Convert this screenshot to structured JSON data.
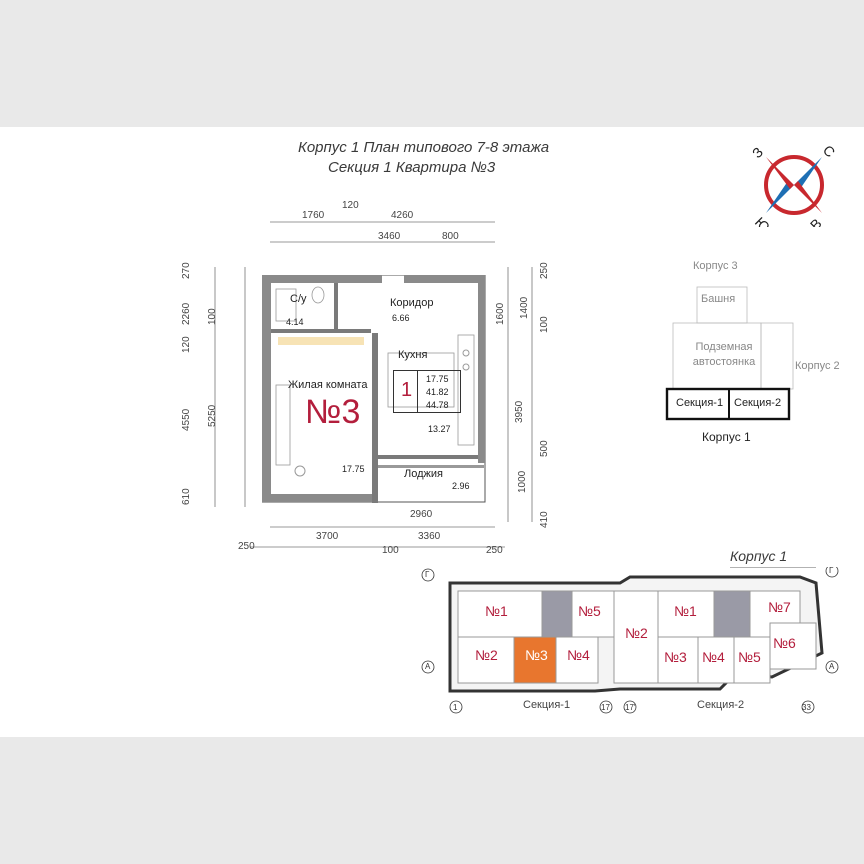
{
  "header": {
    "line1": "Корпус 1   План типового 7-8 этажа",
    "line2": "Секция 1    Квартира №3"
  },
  "compass": {
    "n": "С",
    "e": "В",
    "s": "Ю",
    "w": "З"
  },
  "dims": {
    "top1": "1760",
    "top2": "120",
    "top3": "4260",
    "top4": "3460",
    "top5": "800",
    "bot1": "2960",
    "bot2": "3700",
    "bot3": "3360",
    "bot4": "250",
    "bot5": "100",
    "bot6": "250",
    "left1": "270",
    "left2": "2260",
    "left3": "100",
    "left4": "120",
    "left5": "4550",
    "left6": "5250",
    "left7": "610",
    "right1": "250",
    "right2": "1600",
    "right3": "1400",
    "right4": "100",
    "right5": "3950",
    "right6": "500",
    "right7": "1000",
    "right8": "410"
  },
  "rooms": {
    "bath": {
      "label": "С/у",
      "area": "4.14"
    },
    "corridor": {
      "label": "Коридор",
      "area": "6.66"
    },
    "kitchen": {
      "label": "Кухня",
      "area": "13.27"
    },
    "living": {
      "label": "Жилая комната",
      "area": "17.75"
    },
    "loggia": {
      "label": "Лоджия",
      "area": "2.96"
    }
  },
  "apartment": {
    "number": "№3",
    "rooms_count": "1",
    "living_area": "17.75",
    "total_area": "41.82",
    "total_with_loggia": "44.78"
  },
  "site": {
    "k3": "Корпус 3",
    "tower": "Башня",
    "parking": "Подземная автостоянка",
    "k2": "Корпус 2",
    "sec1": "Секция-1",
    "sec2": "Секция-2",
    "k1": "Корпус 1"
  },
  "keyplan": {
    "title": "Корпус 1",
    "axis_g": "Г",
    "axis_a": "А",
    "ax1": "1",
    "ax17": "17",
    "ax17p": "17'",
    "ax33": "33",
    "sec1": "Секция-1",
    "sec2": "Секция-2",
    "units": [
      "№1",
      "№5",
      "№2",
      "№3",
      "№4",
      "№2",
      "№1",
      "№7",
      "№6",
      "№3",
      "№4",
      "№5"
    ],
    "highlight_color": "#e8762e"
  }
}
